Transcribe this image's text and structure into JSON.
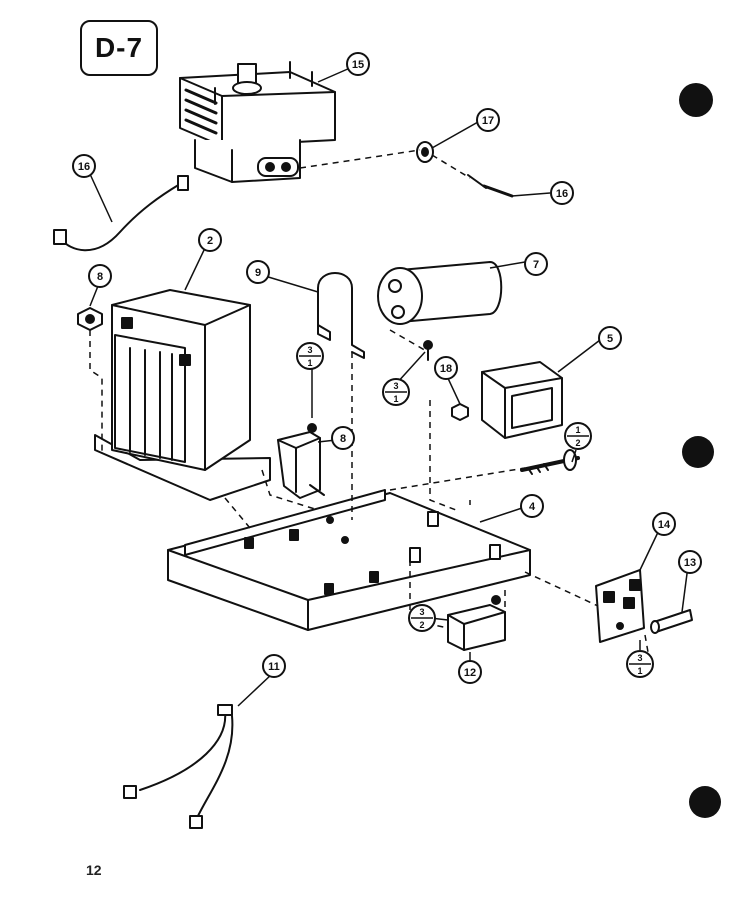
{
  "page_label": "D-7",
  "page_number": "12",
  "callouts": [
    {
      "id": "c15",
      "label": "15"
    },
    {
      "id": "c17",
      "label": "17"
    },
    {
      "id": "c16a",
      "label": "16"
    },
    {
      "id": "c16b",
      "label": "16"
    },
    {
      "id": "c2",
      "label": "2"
    },
    {
      "id": "c9",
      "label": "9"
    },
    {
      "id": "c7",
      "label": "7"
    },
    {
      "id": "c8a",
      "label": "8"
    },
    {
      "id": "c5",
      "label": "5"
    },
    {
      "id": "c18",
      "label": "18"
    },
    {
      "id": "c8b",
      "label": "8"
    },
    {
      "id": "c4",
      "label": "4"
    },
    {
      "id": "c14",
      "label": "14"
    },
    {
      "id": "c13",
      "label": "13"
    },
    {
      "id": "c12",
      "label": "12"
    },
    {
      "id": "c11",
      "label": "11"
    }
  ],
  "fraction_callouts": [
    {
      "id": "f31a",
      "top": "3",
      "bottom": "1"
    },
    {
      "id": "f31b",
      "top": "3",
      "bottom": "1"
    },
    {
      "id": "f12",
      "top": "1",
      "bottom": "2"
    },
    {
      "id": "f32",
      "top": "3",
      "bottom": "2"
    },
    {
      "id": "f31c",
      "top": "3",
      "bottom": "1"
    }
  ]
}
